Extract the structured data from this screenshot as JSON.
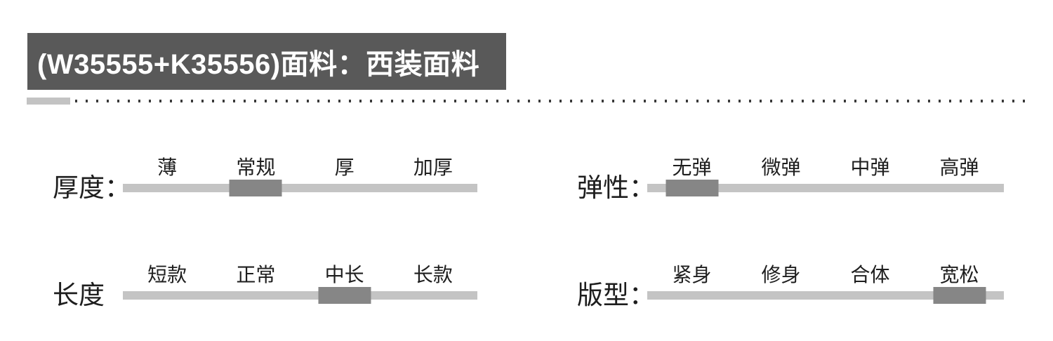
{
  "header": {
    "title": "(W35555+K35556)面料：西装面料"
  },
  "divider": {
    "style": "accent-block-with-dotted-line"
  },
  "sliders": [
    {
      "label": "厚度：",
      "options": [
        "薄",
        "常规",
        "厚",
        "加厚"
      ],
      "selected": "常规",
      "selected_index": 1
    },
    {
      "label": "弹性：",
      "options": [
        "无弹",
        "微弹",
        "中弹",
        "高弹"
      ],
      "selected": "无弹",
      "selected_index": 0
    },
    {
      "label": "长度",
      "options": [
        "短款",
        "正常",
        "中长",
        "长款"
      ],
      "selected": "中长",
      "selected_index": 2
    },
    {
      "label": "版型：",
      "options": [
        "紧身",
        "修身",
        "合体",
        "宽松"
      ],
      "selected": "宽松",
      "selected_index": 3
    }
  ],
  "colors": {
    "banner_bg": "#595959",
    "banner_text": "#ffffff",
    "track": "#c4c4c4",
    "marker": "#868686",
    "divider_block": "#c3c3c3",
    "dot": "#3a3a3a",
    "text": "#1e1e1e"
  }
}
